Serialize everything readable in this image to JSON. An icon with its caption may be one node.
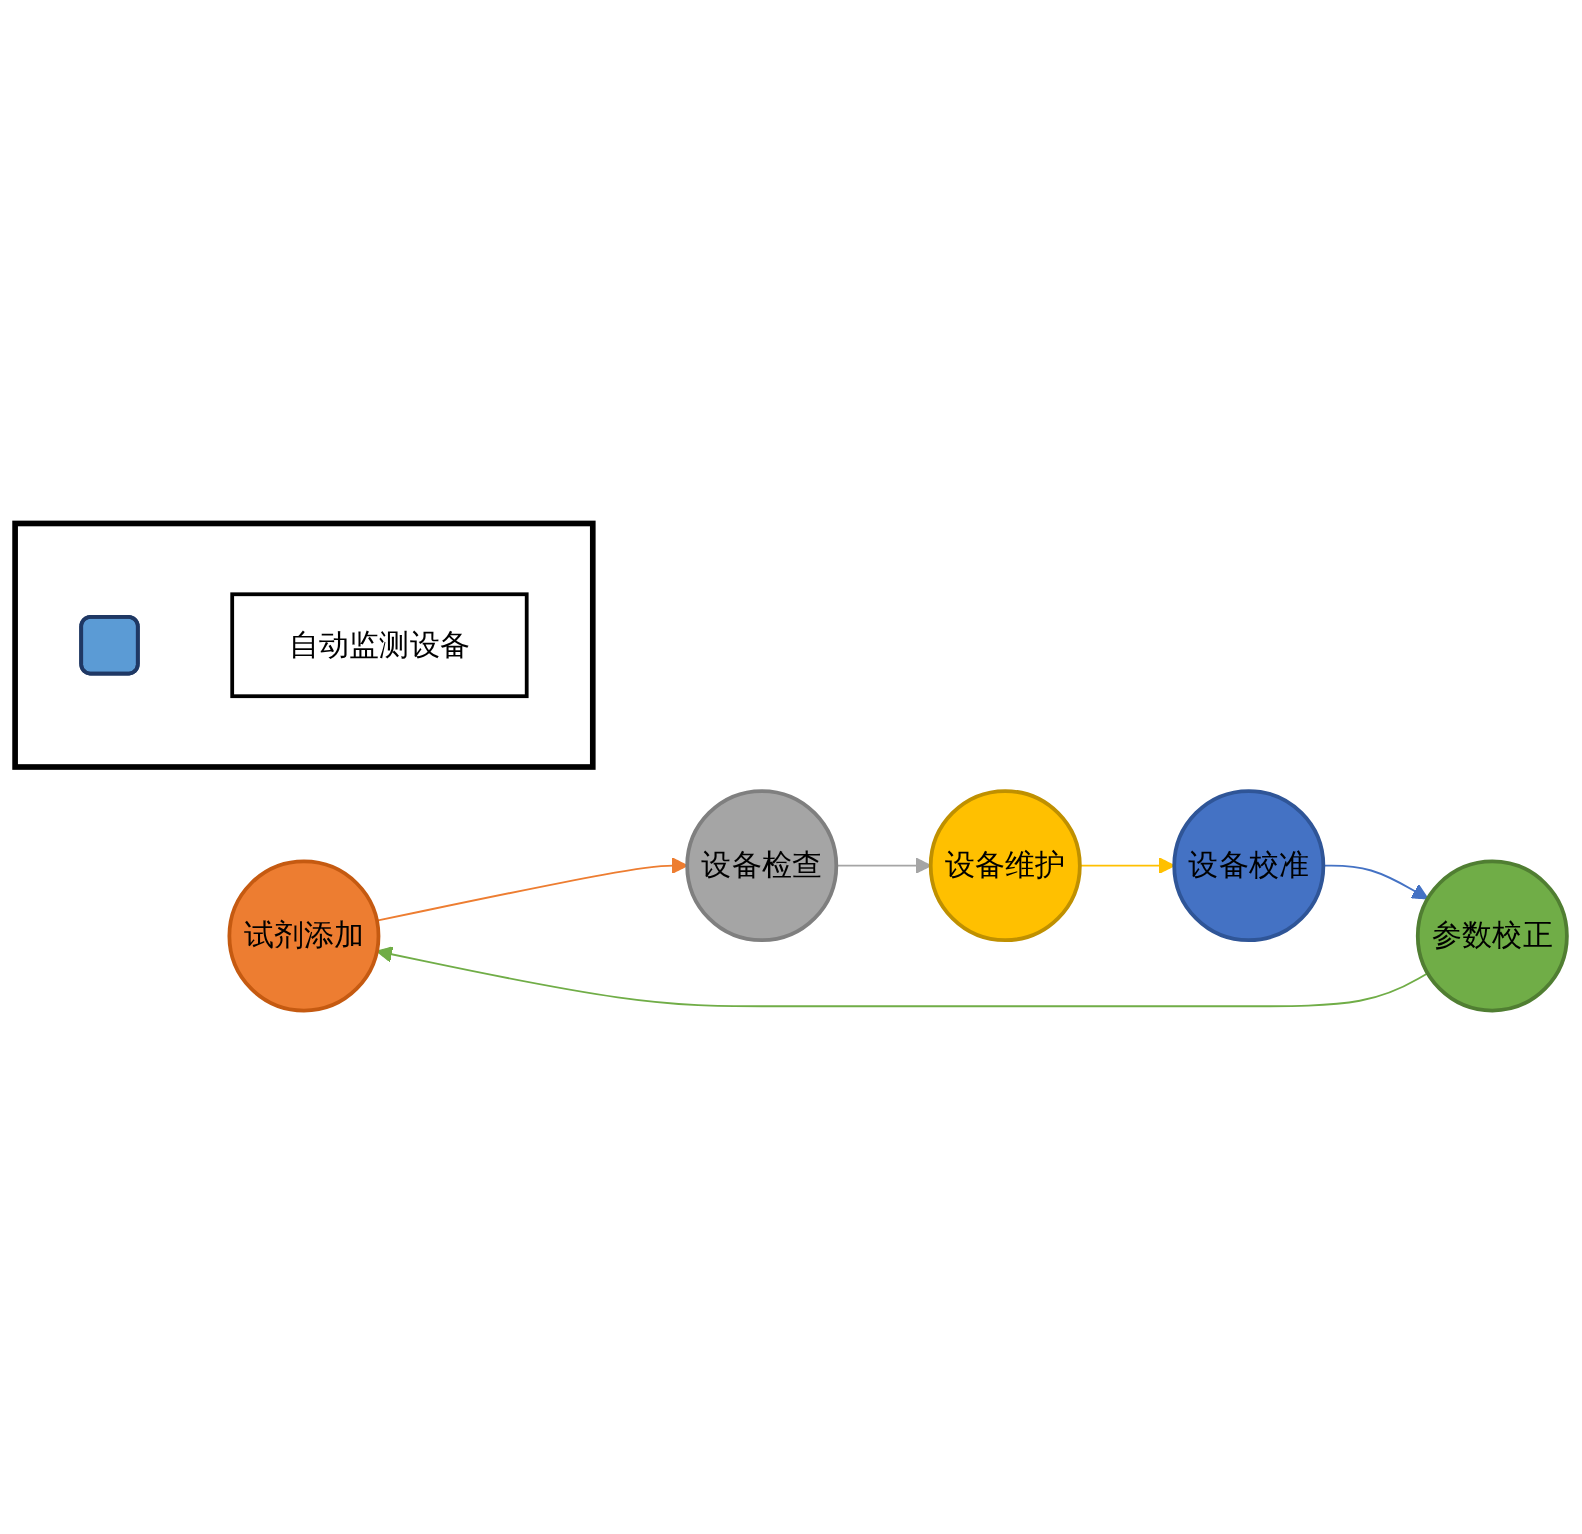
{
  "diagram": {
    "nodes": [
      {
        "text": [
          "试剂添加"
        ]
      },
      {
        "text": [
          "设备检查"
        ]
      },
      {
        "text": [
          "设备维护"
        ]
      },
      {
        "text": [
          "设备校准"
        ]
      },
      {
        "text": [
          "参数校正"
        ]
      },
      {
        "text": [],
        "shape": "box"
      },
      {
        "text": [],
        "shape": "box",
        "in": 5
      },
      {
        "text": [
          "自动监测设备"
        ],
        "in": 5
      }
    ],
    "edges": [
      {
        "from": 0,
        "to": 1,
        "arrow": "to",
        "color": "#ed7d31"
      },
      {
        "from": 1,
        "to": 2,
        "arrow": "to",
        "color": "#a5a5a5"
      },
      {
        "from": 2,
        "to": 3,
        "arrow": "to",
        "color": "#ffc000"
      },
      {
        "from": 3,
        "to": 4,
        "arrow": "to",
        "color": "#4472c4"
      },
      {
        "from": 4,
        "to": 0,
        "arrow": "to",
        "color": "#70ad47"
      }
    ]
  }
}
